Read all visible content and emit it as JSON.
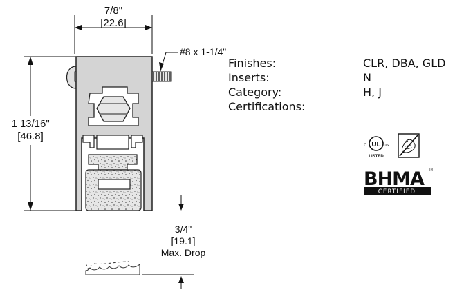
{
  "dimensions": {
    "width_fraction": "7/8\"",
    "width_metric": "[22.6]",
    "height_fraction": "1 13/16\"",
    "height_metric": "[46.8]",
    "screw": "#8 x 1-1/4\"",
    "drop_fraction": "3/4\"",
    "drop_metric": "[19.1]",
    "drop_label": "Max. Drop"
  },
  "specs": [
    {
      "label": "Finishes:",
      "value": "CLR, DBA, GLD"
    },
    {
      "label": "Inserts:",
      "value": "N"
    },
    {
      "label": "Category:",
      "value": "H, J"
    },
    {
      "label": "Certifications:",
      "value": ""
    }
  ],
  "certifications": {
    "ul_prefix": "c",
    "ul_mark": "UL",
    "ul_suffix": "us",
    "ul_listed": "LISTED",
    "bhma_mark": "BHMA",
    "bhma_sub": "CERTIFIED",
    "bhma_tm": "TM"
  },
  "colors": {
    "profile_fill": "#d4d4d4",
    "profile_stroke": "#222222",
    "insert_fill": "#e2e2e2"
  }
}
